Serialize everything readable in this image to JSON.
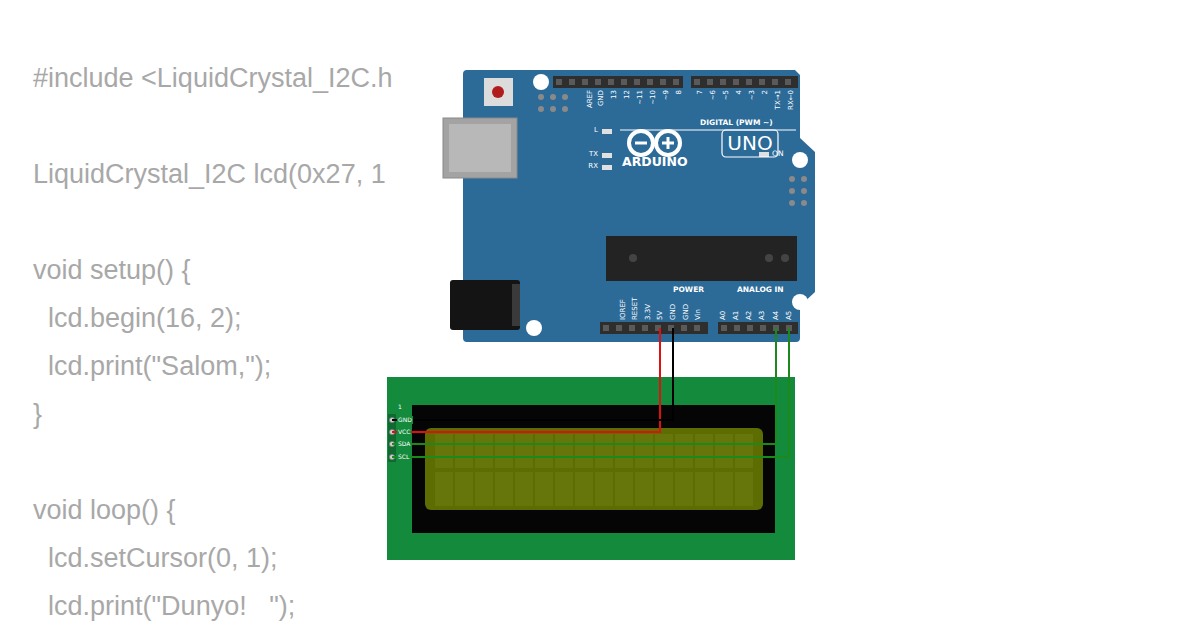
{
  "diagram": {
    "nodes": [
      {
        "text": [
          "AREF",
          "GND",
          "13",
          "12",
          "~11",
          "~10",
          "~9",
          "8",
          "7",
          "~6",
          "~5",
          "4",
          "~3",
          "2",
          "TX→1",
          "RX←0",
          "DIGITAL (PWM ~)",
          "L",
          "TX",
          "RX",
          "UNO",
          "ARDUINO",
          "ON",
          "IOREF",
          "RESET",
          "3.3V",
          "5V",
          "GND",
          "GND",
          "Vin",
          "POWER",
          "A0",
          "A1",
          "A2",
          "A3",
          "A4",
          "A5",
          "ANALOG IN"
        ]
      },
      {
        "text": [
          "1",
          "GND",
          "VCC",
          "SDA",
          "SCL"
        ]
      }
    ],
    "edges": [
      {
        "from": 0,
        "to": 1,
        "arrow": "none"
      },
      {
        "from": 0,
        "to": 1,
        "arrow": "none"
      },
      {
        "from": 0,
        "to": 1,
        "arrow": "none"
      },
      {
        "from": 0,
        "to": 1,
        "arrow": "none"
      }
    ],
    "labels": [
      "#include <LiquidCrystal_I2C.h",
      "LiquidCrystal_I2C lcd(0x27, 1",
      "void setup() {",
      "  lcd.begin(16, 2);",
      "  lcd.print(\"Salom,\");",
      "}",
      "void loop() {",
      "  lcd.setCursor(0, 1);",
      "  lcd.print(\"Dunyo!   \");"
    ]
  }
}
